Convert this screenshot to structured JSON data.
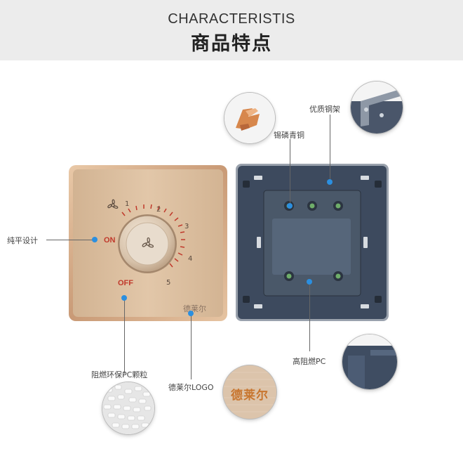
{
  "header": {
    "title_en": "CHARACTERISTIS",
    "title_cn": "商品特点"
  },
  "switch_front": {
    "on_label": "ON",
    "off_label": "OFF",
    "dial_numbers": [
      "1",
      "2",
      "3",
      "4",
      "5"
    ],
    "brand_text": "德莱尔",
    "knob_icon": "fan-icon",
    "corner_icon": "fan-icon"
  },
  "callouts": {
    "flat_design": "纯平设计",
    "tin_bronze": "锡磷青铜",
    "steel_frame": "优质钢架",
    "flame_pc_granules": "阻燃环保PC颗粒",
    "logo": "德莱尔LOGO",
    "flame_pc": "高阻燃PC"
  },
  "logo_detail": {
    "text": "德莱尔"
  },
  "colors": {
    "accent_dot": "#2b8fe0",
    "header_bg": "#ececec",
    "panel_gold": "#d9b896",
    "back_navy": "#3d4a5e",
    "logo_orange": "#c8762f"
  }
}
